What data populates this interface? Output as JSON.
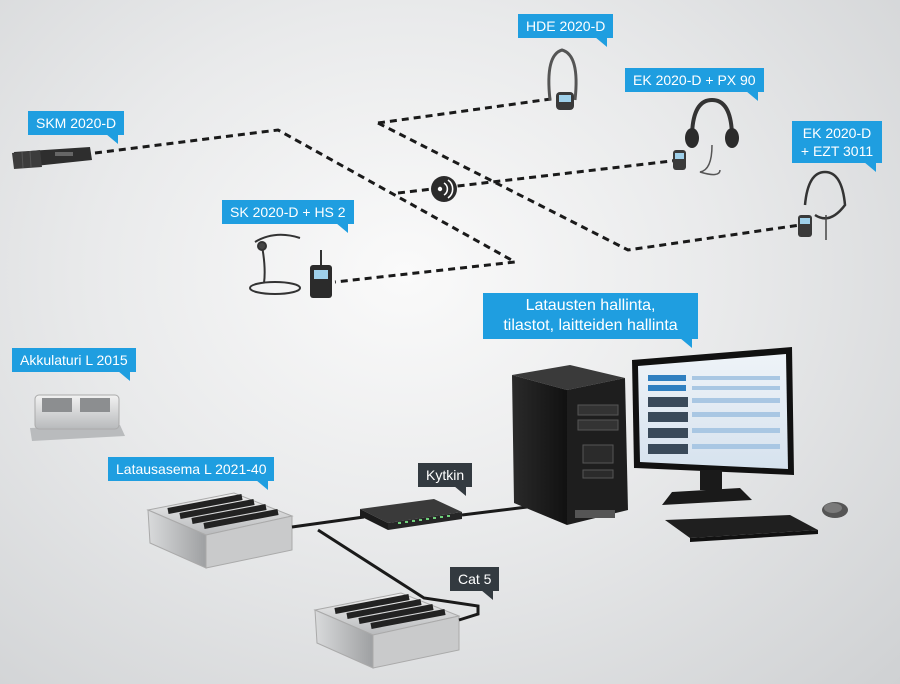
{
  "devices": {
    "skm": "SKM 2020-D",
    "sk_hs": "SK 2020-D + HS 2",
    "hde": "HDE 2020-D",
    "ek_px": "EK 2020-D + PX 90",
    "ek_ezt_line1": "EK 2020-D",
    "ek_ezt_line2": "+ EZT 3011",
    "akkulaturi": "Akkulaturi L 2015",
    "latausasema": "Latausasema L 2021-40",
    "kytkin": "Kytkin",
    "cat5": "Cat 5",
    "management_line1": "Latausten hallinta,",
    "management_line2": "tilastot, laitteiden hallinta"
  },
  "colors": {
    "callout_blue": "#1f9ee0",
    "callout_dark": "#333a40",
    "dashed_link": "#1a1a1a",
    "cable": "#1a1a1a"
  },
  "icons": {
    "broadcast": "wireless-broadcast-icon"
  }
}
